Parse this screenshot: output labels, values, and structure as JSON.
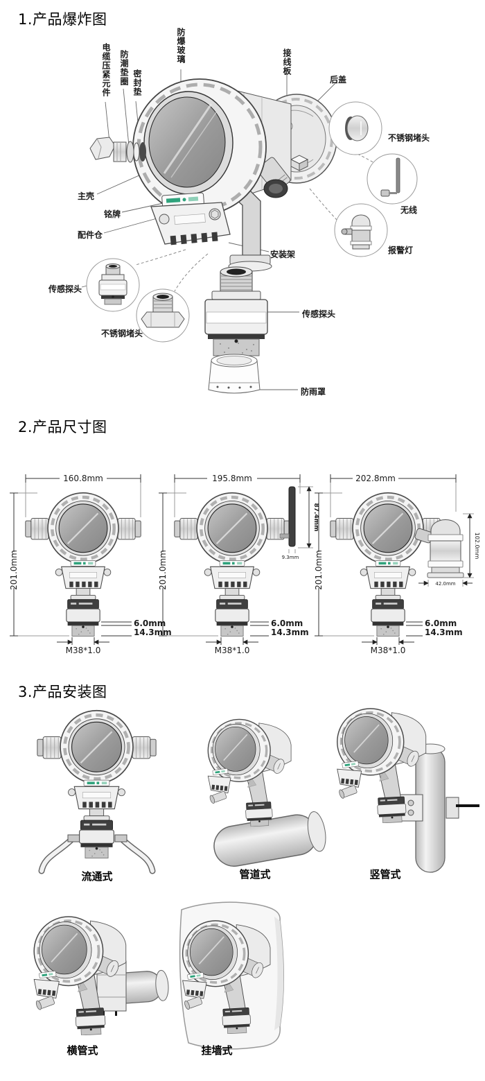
{
  "accent": {
    "green": "#2fa37c",
    "line_color": "#4a4a4a"
  },
  "exploded": {
    "title": "1.产品爆炸图",
    "labels": {
      "cable_gland": "电缆压紧元件",
      "moisture_gasket": "防潮垫圈",
      "seal_gasket": "密封垫",
      "explosion_glass": "防爆玻璃",
      "terminal_board": "接线板",
      "back_cover": "后盖",
      "steel_plug_right": "不锈钢堵头",
      "wireless": "无线",
      "alarm_light": "报警灯",
      "main_shell": "主壳",
      "nameplate": "铭牌",
      "accessory_bay": "配件仓",
      "mounting_bracket": "安装架",
      "sensor_probe_left": "传感探头",
      "steel_plug_left": "不锈钢堵头",
      "sensor_probe_right": "传感探头",
      "rain_cover": "防雨罩"
    }
  },
  "dimensions": {
    "title": "2.产品尺寸图",
    "devices": [
      {
        "width": "160.8mm",
        "height": "201.0mm",
        "ring_height": "6.0mm",
        "filter_height": "14.3mm",
        "thread": "M38*1.0"
      },
      {
        "width": "195.8mm",
        "height": "201.0mm",
        "antenna_height": "87.4mm",
        "antenna_offset": "9.3mm",
        "ring_height": "6.0mm",
        "filter_height": "14.3mm",
        "thread": "M38*1.0"
      },
      {
        "width": "202.8mm",
        "height": "201.0mm",
        "light_height": "102.0mm",
        "light_width": "42.0mm",
        "ring_height": "6.0mm",
        "filter_height": "14.3mm",
        "thread": "M38*1.0"
      }
    ]
  },
  "installation": {
    "title": "3.产品安装图",
    "types": [
      {
        "label": "流通式"
      },
      {
        "label": "管道式"
      },
      {
        "label": "竖管式"
      },
      {
        "label": "横管式"
      },
      {
        "label": "挂墙式"
      }
    ]
  }
}
